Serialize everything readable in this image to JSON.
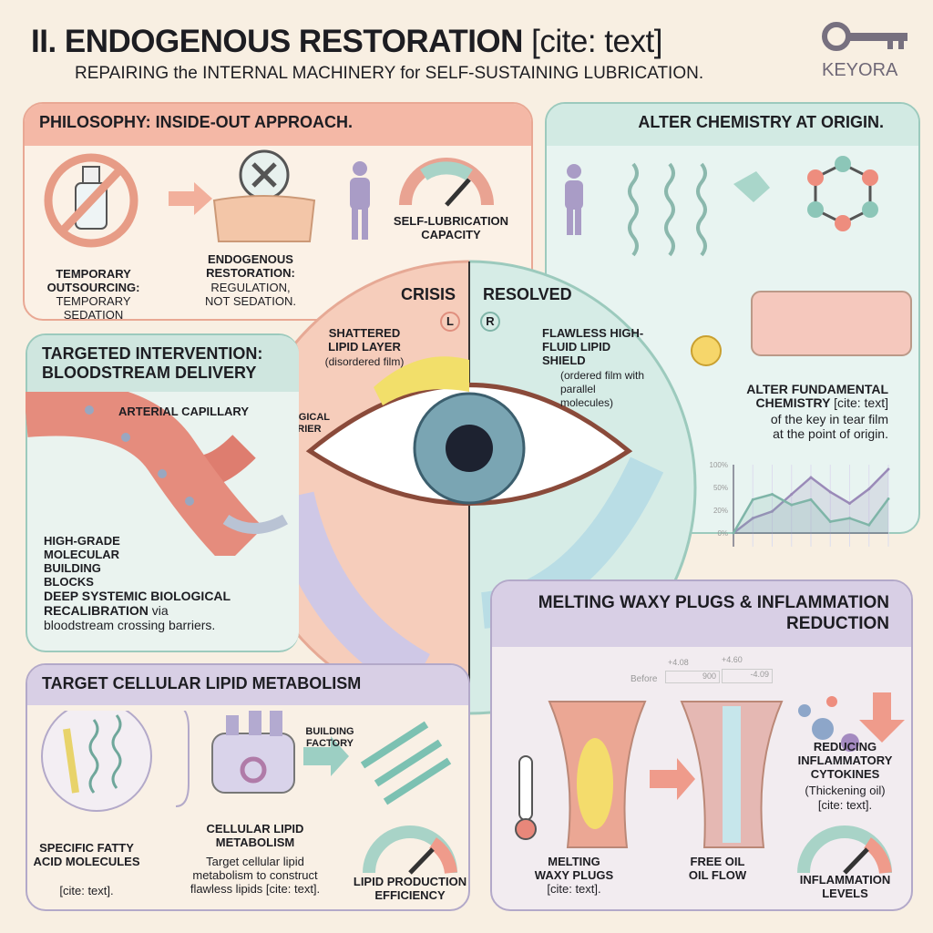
{
  "header": {
    "title": "II. ENDOGENOUS RESTORATION",
    "title_cite": "[cite: text]",
    "subtitle": "REPAIRING the INTERNAL MACHINERY for SELF-SUSTAINING LUBRICATION.",
    "logo_text": "KEYORA"
  },
  "philosophy": {
    "heading": "PHILOSOPHY: INSIDE-OUT APPROACH.",
    "item1_title": "TEMPORARY OUTSOURCING:",
    "item1_text": "TEMPORARY SEDATION",
    "item2_title": "ENDOGENOUS RESTORATION:",
    "item2_text": "REGULATION, NOT SEDATION.",
    "gauge_label": "SELF-LUBRICATION CAPACITY"
  },
  "chemistry": {
    "heading": "ALTER CHEMISTRY AT ORIGIN.",
    "title": "ALTER FUNDAMENTAL CHEMISTRY",
    "cite": "[cite: text]",
    "text1": "of the key in tear film",
    "text2": "at the point of origin."
  },
  "chart_data": {
    "type": "area",
    "title": "",
    "xlabel": "",
    "ylabel": "",
    "y_ticks": [
      "0%",
      "20%",
      "50%",
      "100%"
    ],
    "ylim": [
      0,
      100
    ],
    "grid": true,
    "series": [
      {
        "name": "upper",
        "color": "#9a8ab8",
        "values": [
          0,
          13,
          19,
          41,
          72,
          44,
          29,
          48,
          90
        ]
      },
      {
        "name": "lower",
        "color": "#7fb5a8",
        "values": [
          0,
          34,
          41,
          27,
          34,
          10,
          13,
          7,
          35
        ]
      }
    ]
  },
  "eye": {
    "crisis": "CRISIS",
    "resolved": "RESOLVED",
    "left_badge": "L",
    "right_badge": "R",
    "shattered_title": "SHATTERED LIPID LAYER",
    "shattered_note": "(disordered film)",
    "flawless_title": "FLAWLESS HIGH-FLUID LIPID SHIELD",
    "flawless_note": "(ordered film with parallel molecules)",
    "barrier": "BIOLOGICAL BARRIER"
  },
  "targeted": {
    "heading": "TARGETED INTERVENTION: BLOODSTREAM DELIVERY",
    "capillary": "ARTERIAL CAPILLARY",
    "blocks": "HIGH-GRADE MOLECULAR BUILDING BLOCKS",
    "deep_title": "DEEP SYSTEMIC BIOLOGICAL RECALIBRATION",
    "deep_via": "via",
    "deep_text": "bloodstream crossing barriers."
  },
  "metabolism": {
    "heading": "TARGET CELLULAR LIPID METABOLISM",
    "fatty_title": "SPECIFIC FATTY ACID MOLECULES",
    "fatty_cite": "[cite: text].",
    "cell_title": "CELLULAR LIPID METABOLISM",
    "cell_text": "Target cellular lipid metabolism to construct flawless lipids [cite: text].",
    "factory": "BUILDING FACTORY",
    "gauge_label": "LIPID PRODUCTION EFFICIENCY"
  },
  "waxy": {
    "heading": "MELTING WAXY PLUGS & INFLAMMATION REDUCTION",
    "before": "Before",
    "v1": "+4.08",
    "v2": "+4.60",
    "v3": "900",
    "v4": "-4.09",
    "melt_title": "MELTING WAXY PLUGS",
    "melt_cite": "[cite: text].",
    "flow_title": "FREE OIL OIL FLOW",
    "cyto_title": "REDUCING INFLAMMATORY CYTOKINES",
    "cyto_note": "(Thickening oil)",
    "cyto_cite": "[cite: text].",
    "gauge_label": "INFLAMMATION LEVELS"
  },
  "colors": {
    "salmon": "#f2b6a3",
    "mint": "#d5ebe4",
    "lavender": "#d9d0e6",
    "panel_bg": "#fbf3e8"
  }
}
